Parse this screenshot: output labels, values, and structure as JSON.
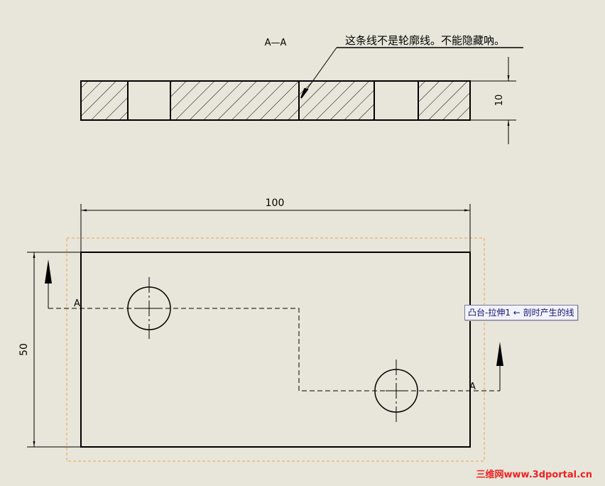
{
  "section": {
    "view_label": "A—A",
    "note": "这条线不是轮廓线。不能隐藏吶。",
    "thickness_dim": "10"
  },
  "plan": {
    "width_dim": "100",
    "height_dim": "50",
    "cut_label_left": "A",
    "cut_label_right": "A"
  },
  "tooltip": {
    "text": "凸台-拉伸1 ← 剖时产生的线"
  },
  "watermark": {
    "text": "三维网www.3dportal.cn"
  },
  "colors": {
    "background": "#e8e6da",
    "line": "#000000",
    "selection": "#f0a050",
    "tooltip_bg": "#f2f2ff",
    "watermark": "#ee2222"
  }
}
